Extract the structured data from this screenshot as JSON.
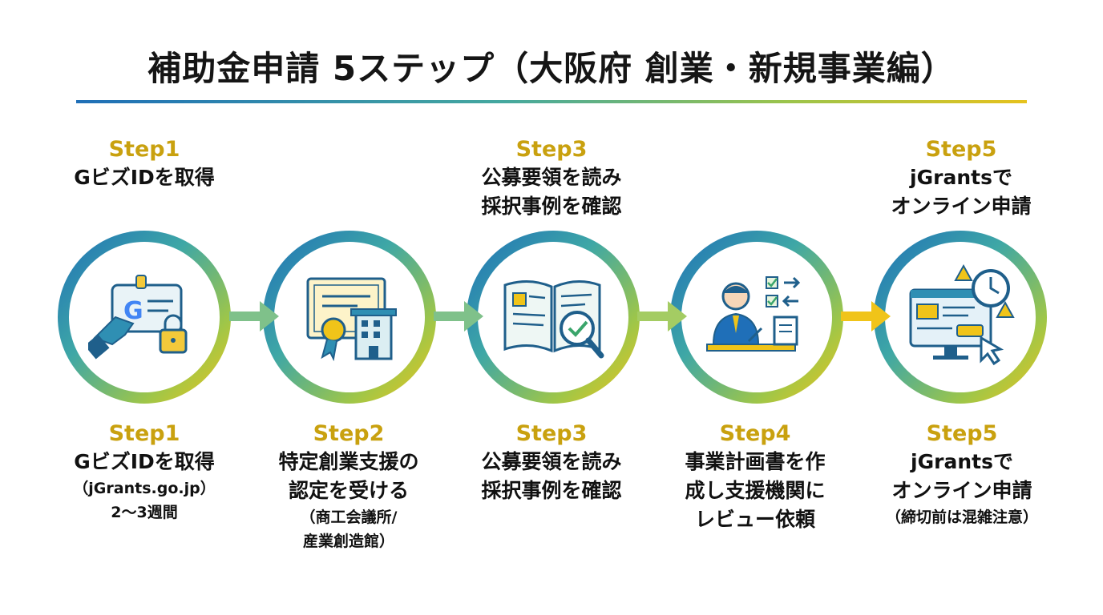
{
  "title": "補助金申請 5ステップ（大阪府 創業・新規事業編）",
  "colors": {
    "step_number": "#c9a10f",
    "gradient": [
      "#1e6fb8",
      "#3ea7a6",
      "#9fc648",
      "#f0c419"
    ]
  },
  "top_labels": [
    {
      "step": "Step1",
      "lines": [
        "GビズIDを取得"
      ]
    },
    {
      "step": "Step3",
      "lines": [
        "公募要領を読み",
        "採択事例を確認"
      ]
    },
    {
      "step": "Step5",
      "lines": [
        "jGrantsで",
        "オンライン申請"
      ]
    }
  ],
  "steps": [
    {
      "step": "Step1",
      "lines": [
        "GビズIDを取得"
      ],
      "sub": [
        "（jGrants.go.jp）",
        "2〜3週間"
      ],
      "icon": "id-card-lock-icon"
    },
    {
      "step": "Step2",
      "lines": [
        "特定創業支援の",
        "認定を受ける"
      ],
      "sub": [
        "（商工会議所/",
        "産業創造館）"
      ],
      "icon": "certificate-building-icon"
    },
    {
      "step": "Step3",
      "lines": [
        "公募要領を読み",
        "採択事例を確認"
      ],
      "sub": [],
      "icon": "book-magnifier-icon"
    },
    {
      "step": "Step4",
      "lines": [
        "事業計画書を作",
        "成し支援機関に",
        "レビュー依頼"
      ],
      "sub": [],
      "icon": "person-checklist-icon"
    },
    {
      "step": "Step5",
      "lines": [
        "jGrantsで",
        "オンライン申請"
      ],
      "sub": [
        "（締切前は混雑注意）"
      ],
      "icon": "monitor-clock-icon"
    }
  ]
}
